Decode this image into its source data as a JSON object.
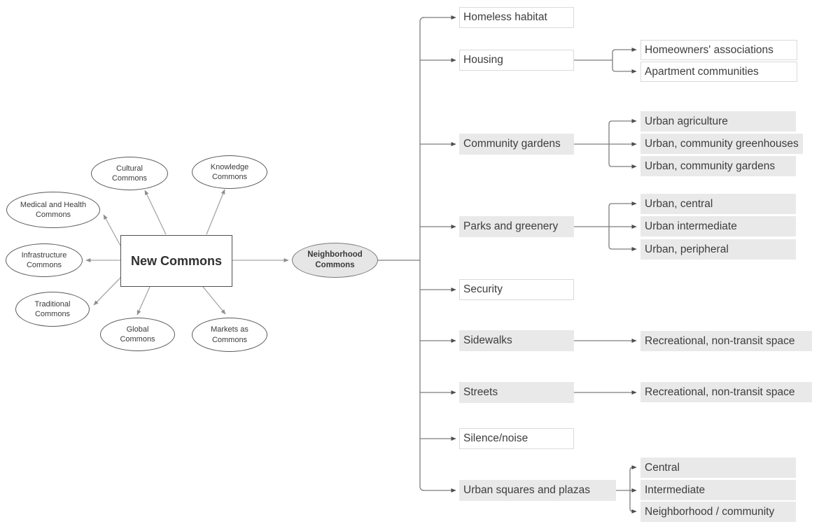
{
  "palette": {
    "background": "#ffffff",
    "node_fill_gray": "#e9e9e9",
    "hub_fill": "#e6e6e6",
    "white_box_border": "#dadada",
    "ellipse_border": "#5a5a5a",
    "center_box_border": "#4f4f4f",
    "connector_light": "#a6a6a6",
    "connector_dark": "#7d7d7d",
    "text": "#3d3d3d"
  },
  "mindmap": {
    "center": {
      "label": "New Commons"
    },
    "satellites": [
      {
        "label": "Cultural Commons"
      },
      {
        "label": "Knowledge Commons"
      },
      {
        "label": "Medical and Health Commons"
      },
      {
        "label": "Infrastructure Commons"
      },
      {
        "label": "Traditional Commons"
      },
      {
        "label": "Global Commons"
      },
      {
        "label": "Markets as Commons"
      }
    ],
    "hub": {
      "label": "Neighborhood Commons"
    }
  },
  "tree": {
    "items": [
      {
        "label": "Homeless habitat",
        "children": []
      },
      {
        "label": "Housing",
        "children": [
          {
            "label": "Homeowners' associations"
          },
          {
            "label": "Apartment communities"
          }
        ]
      },
      {
        "label": "Community gardens",
        "children": [
          {
            "label": "Urban agriculture"
          },
          {
            "label": "Urban, community greenhouses"
          },
          {
            "label": "Urban, community gardens"
          }
        ]
      },
      {
        "label": "Parks and greenery",
        "children": [
          {
            "label": "Urban, central"
          },
          {
            "label": "Urban intermediate"
          },
          {
            "label": "Urban, peripheral"
          }
        ]
      },
      {
        "label": "Security",
        "children": []
      },
      {
        "label": "Sidewalks",
        "children": [
          {
            "label": "Recreational, non-transit space"
          }
        ]
      },
      {
        "label": "Streets",
        "children": [
          {
            "label": "Recreational, non-transit space"
          }
        ]
      },
      {
        "label": "Silence/noise",
        "children": []
      },
      {
        "label": "Urban squares and plazas",
        "children": [
          {
            "label": "Central"
          },
          {
            "label": "Intermediate"
          },
          {
            "label": "Neighborhood / community"
          }
        ]
      }
    ]
  }
}
